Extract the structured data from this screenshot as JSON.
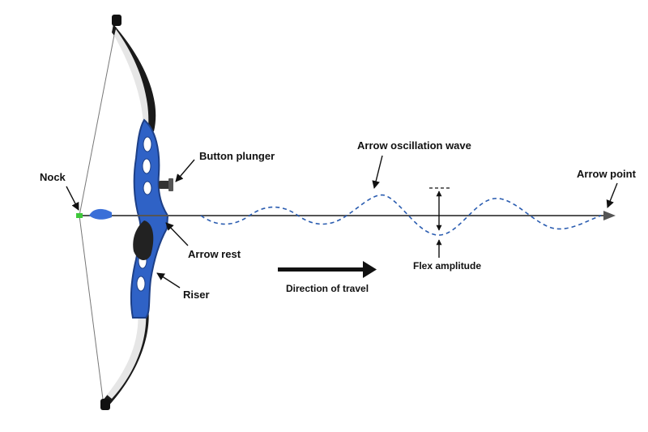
{
  "labels": {
    "nock": "Nock",
    "button_plunger": "Button plunger",
    "arrow_oscillation_wave": "Arrow oscillation wave",
    "arrow_point": "Arrow point",
    "arrow_rest": "Arrow rest",
    "riser": "Riser",
    "direction_of_travel": "Direction of travel",
    "flex_amplitude": "Flex amplitude"
  },
  "colors": {
    "riser": "#2f62c6",
    "riser_dark": "#1d3f86",
    "limb_dark": "#1a1a1a",
    "limb_light": "#e9e9e9",
    "wave": "#2a5cb0",
    "fletch": "#3a6fd8",
    "nock": "#3ec83a",
    "shaft": "#555555",
    "text": "#111111"
  },
  "icons": {
    "leader": "arrow-pointer-icon",
    "travel": "direction-arrow-icon"
  }
}
